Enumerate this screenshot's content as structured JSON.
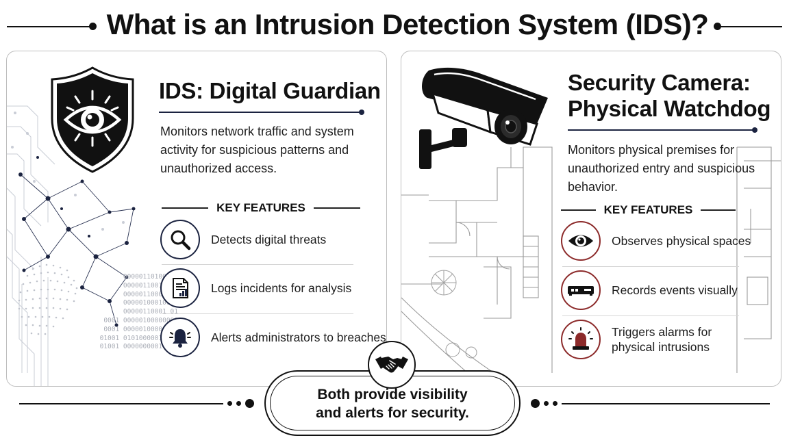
{
  "title": "What is an Intrusion Detection System (IDS)?",
  "ids_panel": {
    "title": "IDS: Digital Guardian",
    "description": "Monitors network traffic and system activity for suspicious patterns and unauthorized access.",
    "key_features_label": "KEY FEATURES",
    "emblem_icon": "shield-eye-icon",
    "features": [
      {
        "icon": "magnifier-icon",
        "text": "Detects digital threats"
      },
      {
        "icon": "report-document-icon",
        "text": "Logs incidents for analysis"
      },
      {
        "icon": "bell-alert-icon",
        "text": "Alerts administrators to breaches"
      }
    ],
    "binary_lines": [
      "00000110100011",
      "00000110010 01",
      "00000110001 01",
      "00000100010001",
      "00000110001 01",
      "0001 00000100000001",
      "0001 00000100001001",
      "01001 01010000011000",
      "01001 00000000010001"
    ]
  },
  "camera_panel": {
    "title_line1": "Security Camera:",
    "title_line2": "Physical Watchdog",
    "description": "Monitors physical premises for unauthorized entry and suspicious behavior.",
    "key_features_label": "KEY FEATURES",
    "emblem_icon": "security-camera-icon",
    "features": [
      {
        "icon": "eye-icon",
        "text": "Observes physical spaces"
      },
      {
        "icon": "video-recorder-icon",
        "text": "Records events visually"
      },
      {
        "icon": "siren-light-icon",
        "text": "Triggers alarms for physical intrusions"
      }
    ]
  },
  "footer": {
    "line1": "Both provide visibility",
    "line2": "and alerts for security.",
    "icon": "handshake-icon"
  },
  "colors": {
    "ids_accent": "#1b2340",
    "camera_accent": "#8c2a2a",
    "ink": "#111111"
  }
}
